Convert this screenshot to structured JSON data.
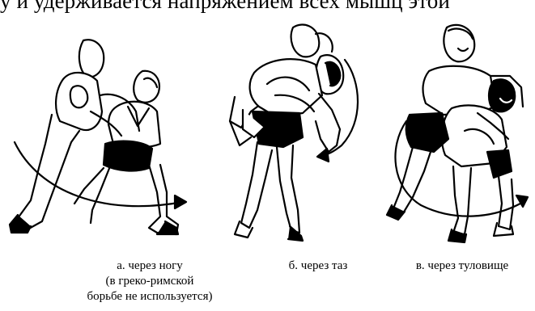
{
  "header_text": "у и удерживается напряжением всех мышц этой",
  "figures": [
    {
      "label": "а. через ногу",
      "note_line1": "(в греко-римской",
      "note_line2": "борьбе не используется)"
    },
    {
      "label": "б. через таз"
    },
    {
      "label": "в. через туловище"
    }
  ],
  "colors": {
    "ink": "#000000",
    "paper": "#ffffff"
  }
}
